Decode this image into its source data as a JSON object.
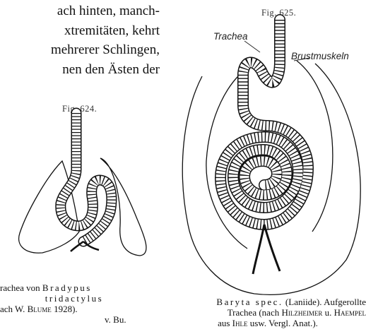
{
  "body_text": {
    "lines": [
      "ach hinten, manch-",
      "xtremitäten, kehrt",
      "mehrerer Schlingen,",
      "nen den Ästen der"
    ]
  },
  "figure_624": {
    "label": "Fig. 624.",
    "caption_line1_a": "rachea von ",
    "caption_line1_b": "Bradypus",
    "caption_line2": "tridactylus",
    "caption_line3_a": "ach W. ",
    "caption_line3_b": "Blume",
    "caption_line3_c": " 1928).",
    "caption_line4": "v. Bu."
  },
  "figure_625": {
    "label": "Fig. 625.",
    "label_trachea": "Trachea",
    "label_brustmuskeln": "Brustmuskeln",
    "caption_line1_a": "Baryta spec.",
    "caption_line1_b": " (Laniide).  Aufgerollte",
    "caption_line2_a": "Trachea (nach ",
    "caption_line2_b": "Hilzheimer",
    "caption_line2_c": " u. ",
    "caption_line2_d": "Haempel",
    "caption_line3_a": "aus ",
    "caption_line3_b": "Ihle",
    "caption_line3_c": " usw. Vergl. Anat.)."
  }
}
